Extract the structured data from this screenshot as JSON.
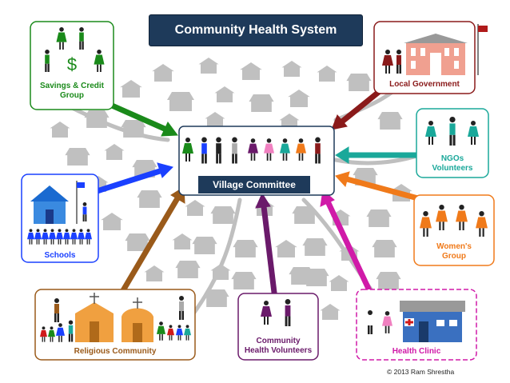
{
  "title": "Community Health System",
  "center_label": "Village Committee",
  "nodes": {
    "savings": {
      "label_line1": "Savings & Credit",
      "label_line2": "Group",
      "color": "#1a8a1a"
    },
    "local_gov": {
      "label": "Local Government",
      "color": "#8a1a1a"
    },
    "ngos": {
      "label_line1": "NGOs",
      "label_line2": "Volunteers",
      "color": "#1aa89a"
    },
    "schools": {
      "label": "Schools",
      "color": "#1a40ff"
    },
    "womens": {
      "label_line1": "Women's",
      "label_line2": "Group",
      "color": "#f07a1a"
    },
    "religious": {
      "label": "Religious Community",
      "color": "#9a5a1a"
    },
    "chv": {
      "label_line1": "Community",
      "label_line2": "Health Volunteers",
      "color": "#6a1a6a"
    },
    "clinic": {
      "label": "Health Clinic",
      "color": "#d01aa8"
    }
  },
  "copyright": "© 2013 Ram Shrestha"
}
